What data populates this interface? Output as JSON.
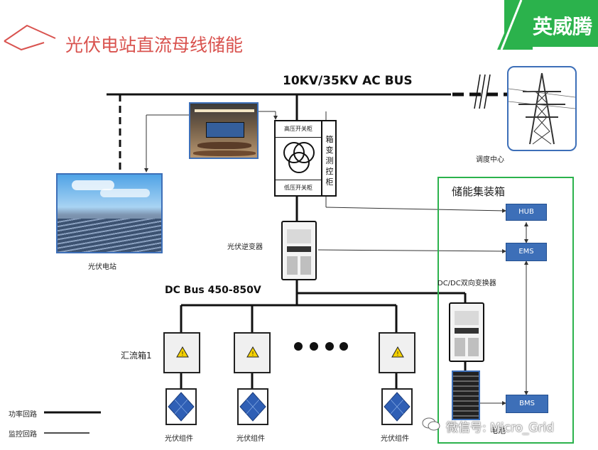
{
  "title": "光伏电站直流母线储能",
  "brand": "英威腾",
  "ac_bus": "10KV/35KV AC BUS",
  "dc_bus": "DC Bus  450-850V",
  "dispatch": "调度中心",
  "pv_station": "光伏电站",
  "hv_switch": "高压开关柜",
  "lv_switch": "低压开关柜",
  "box_transformer": [
    "箱",
    "变",
    "测",
    "控",
    "柜"
  ],
  "pv_inverter": "光伏逆变器",
  "ess": {
    "title": "储能集装箱",
    "hub": "HUB",
    "ems": "EMS",
    "bms": "BMS",
    "dcdc": "DC/DC双向变换器",
    "battery": "电池"
  },
  "combiner_label": "汇流箱1",
  "pv_module_labels": [
    "光伏组件",
    "光伏组件",
    "光伏组件"
  ],
  "legend": {
    "power": "功率回路",
    "monitor": "监控回路"
  },
  "watermark": "微信号: Micro_Grid",
  "colors": {
    "title": "#d9534f",
    "brand": "#2bb24c",
    "ess_border": "#2bb24c",
    "device_box": "#3d6fb8"
  }
}
